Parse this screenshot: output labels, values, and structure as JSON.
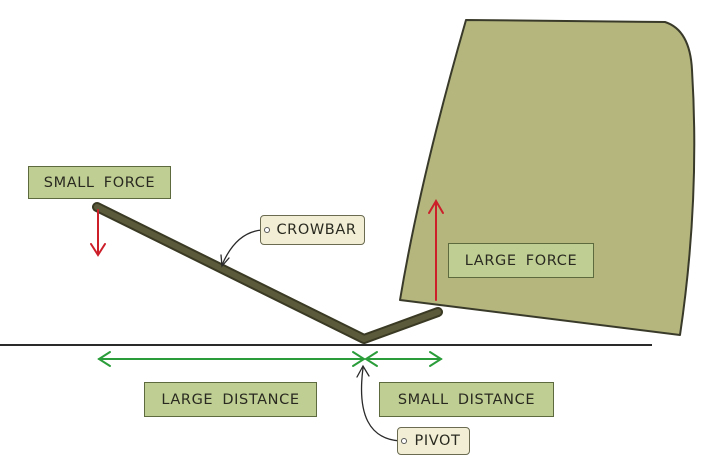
{
  "labels": {
    "small_force": "SMALL FORCE",
    "large_force": "LARGE FORCE",
    "crowbar": "CROWBAR",
    "large_distance": "LARGE DISTANCE",
    "small_distance": "SMALL DISTANCE",
    "pivot": "PIVOT"
  },
  "colors": {
    "rock_fill": "#b4b67e",
    "rock_stroke": "#3a3a2a",
    "crowbar": "#4a4a32",
    "force_arrow": "#cc1f2a",
    "distance_arrow": "#2a9d3a",
    "label_box": "#bfcf94",
    "tag_fill": "#f1eed5"
  }
}
